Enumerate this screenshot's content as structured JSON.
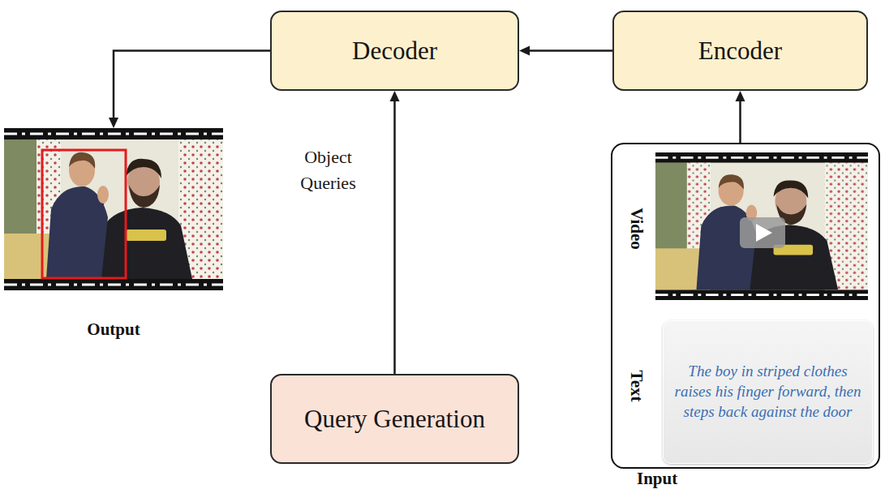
{
  "diagram": {
    "nodes": [
      {
        "text": [
          "Decoder"
        ]
      },
      {
        "text": [
          "Encoder"
        ]
      },
      {
        "text": [
          "Output"
        ]
      },
      {
        "text": [
          "Query Generation"
        ]
      },
      {
        "text": [
          "Input",
          "Video",
          "Text"
        ]
      },
      {
        "text": [
          "The boy in striped clothes raises his finger forward, then steps back against the door"
        ],
        "in": 4
      }
    ],
    "edges": [
      {
        "from": 1,
        "to": 0,
        "arrow": "to"
      },
      {
        "from": 3,
        "to": 0,
        "arrow": "to",
        "label": "Object Queries"
      },
      {
        "from": 0,
        "to": 2,
        "arrow": "to"
      },
      {
        "from": 4,
        "to": 1,
        "arrow": "to"
      }
    ]
  }
}
